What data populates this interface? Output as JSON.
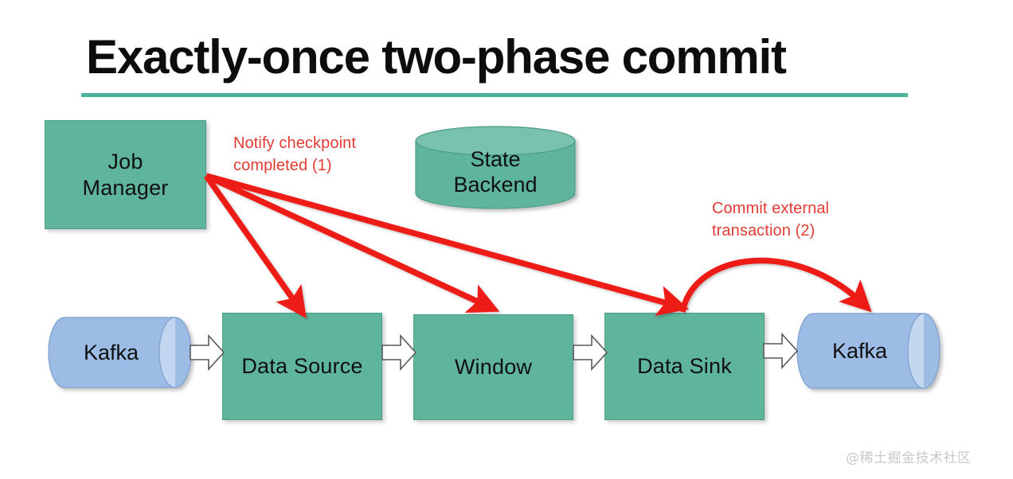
{
  "slide": {
    "title": "Exactly-once two-phase commit",
    "watermark": "@稀土掘金技术社区",
    "accent_rule_color": "#49b49a",
    "background_color": "#ffffff"
  },
  "palette": {
    "node_green": "#5fb59c",
    "node_green_border": "#4e9d86",
    "cylinder_green_top": "#79c3ae",
    "kafka_blue": "#9cbce6",
    "kafka_blue_top": "#c3d6ef",
    "kafka_blue_border": "#7d9fcc",
    "annotation_red": "#e33b34",
    "arrow_red": "#ee1c16",
    "block_arrow_fill": "#ffffff",
    "block_arrow_stroke": "#595959",
    "title_color": "#0d0d0d",
    "watermark_color": "#c9c9c9"
  },
  "nodes": {
    "job_manager": {
      "label": "Job\nManager",
      "shape": "rectangle",
      "color": "#5fb59c"
    },
    "state_backend": {
      "label": "State\nBackend",
      "shape": "cylinder",
      "color": "#5fb59c"
    },
    "kafka_source": {
      "label": "Kafka",
      "shape": "cylinder",
      "color": "#9cbce6"
    },
    "data_source": {
      "label": "Data Source",
      "shape": "rectangle",
      "color": "#5fb59c"
    },
    "window": {
      "label": "Window",
      "shape": "rectangle",
      "color": "#5fb59c"
    },
    "data_sink": {
      "label": "Data Sink",
      "shape": "rectangle",
      "color": "#5fb59c"
    },
    "kafka_sink": {
      "label": "Kafka",
      "shape": "cylinder",
      "color": "#9cbce6"
    }
  },
  "annotations": {
    "notify": {
      "text": "Notify checkpoint\ncompleted (1)",
      "color": "#e33b34",
      "step": 1
    },
    "commit": {
      "text": "Commit external\ntransaction (2)",
      "color": "#e33b34",
      "step": 2
    }
  },
  "flow": {
    "pipeline": [
      "Kafka",
      "Data Source",
      "Window",
      "Data Sink",
      "Kafka"
    ],
    "data_arrows": [
      {
        "from": "Kafka",
        "to": "Data Source",
        "style": "block-arrow"
      },
      {
        "from": "Data Source",
        "to": "Window",
        "style": "block-arrow"
      },
      {
        "from": "Window",
        "to": "Data Sink",
        "style": "block-arrow"
      },
      {
        "from": "Data Sink",
        "to": "Kafka",
        "style": "block-arrow"
      }
    ],
    "control_arrows": [
      {
        "from": "Job Manager",
        "to": "Data Source",
        "label": "Notify checkpoint completed (1)",
        "color": "#ee1c16"
      },
      {
        "from": "Job Manager",
        "to": "Window",
        "label": "Notify checkpoint completed (1)",
        "color": "#ee1c16"
      },
      {
        "from": "Job Manager",
        "to": "Data Sink",
        "label": "Notify checkpoint completed (1)",
        "color": "#ee1c16"
      },
      {
        "from": "Data Sink",
        "to": "Kafka",
        "label": "Commit external transaction (2)",
        "color": "#ee1c16",
        "curved": true
      }
    ]
  }
}
